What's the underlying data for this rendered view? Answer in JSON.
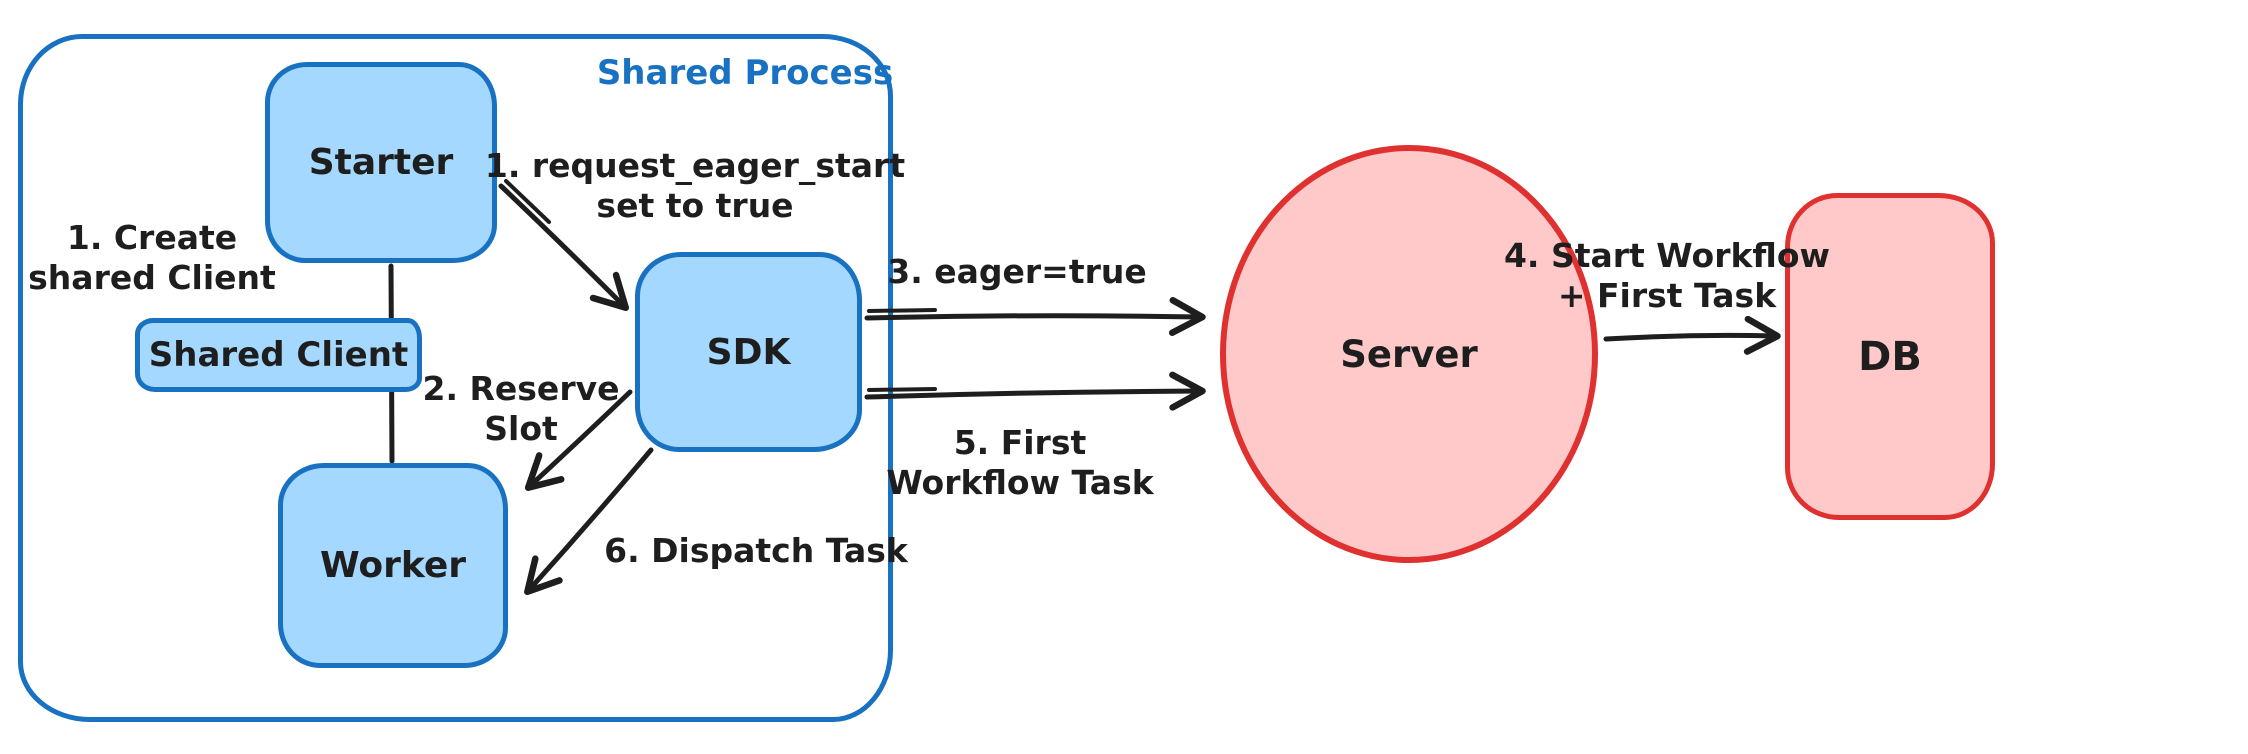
{
  "colors": {
    "blue_stroke": "#1971c2",
    "blue_fill": "#a5d8ff",
    "red_stroke": "#e03131",
    "red_fill": "#ffc9c9",
    "ink": "#1e1e1e",
    "background": "#ffffff"
  },
  "container": {
    "label": "Shared Process"
  },
  "nodes": {
    "starter": {
      "label": "Starter",
      "shape": "rounded-rect",
      "fill": "#a5d8ff"
    },
    "shared_client": {
      "label": "Shared Client",
      "shape": "rounded-rect",
      "fill": "#a5d8ff"
    },
    "worker": {
      "label": "Worker",
      "shape": "rounded-rect",
      "fill": "#a5d8ff"
    },
    "sdk": {
      "label": "SDK",
      "shape": "rounded-rect",
      "fill": "#a5d8ff"
    },
    "server": {
      "label": "Server",
      "shape": "ellipse",
      "fill": "#ffc9c9"
    },
    "db": {
      "label": "DB",
      "shape": "rounded-rect",
      "fill": "#ffc9c9"
    }
  },
  "annotations": {
    "create_client": {
      "line1": "1. Create",
      "line2": "shared Client"
    },
    "request_eager_start": {
      "line1": "1. request_eager_start",
      "line2": "set to true"
    },
    "reserve_slot": {
      "line1": "2. Reserve",
      "line2": "Slot"
    },
    "eager_true": {
      "line1": "3. eager=true"
    },
    "first_workflow_task": {
      "line1": "5. First",
      "line2": "Workflow Task"
    },
    "dispatch_task": {
      "line1": "6. Dispatch Task"
    },
    "start_workflow": {
      "line1": "4. Start Workflow",
      "line2": "+ First Task"
    }
  },
  "edges": [
    {
      "name": "starter-to-worker-connector",
      "from": "starter",
      "to": "worker",
      "arrowhead": false
    },
    {
      "name": "arrow-request-eager-start",
      "from": "starter",
      "to": "sdk",
      "arrowhead": true
    },
    {
      "name": "arrow-reserve-slot",
      "from": "sdk",
      "to": "worker",
      "arrowhead": true
    },
    {
      "name": "arrow-eager-true",
      "from": "sdk",
      "to": "server",
      "arrowhead": true
    },
    {
      "name": "arrow-first-workflow-task",
      "from": "sdk",
      "to": "server",
      "arrowhead": true
    },
    {
      "name": "arrow-dispatch-task",
      "from": "sdk",
      "to": "worker",
      "arrowhead": true
    },
    {
      "name": "arrow-start-workflow-first-task",
      "from": "server",
      "to": "db",
      "arrowhead": true
    }
  ]
}
